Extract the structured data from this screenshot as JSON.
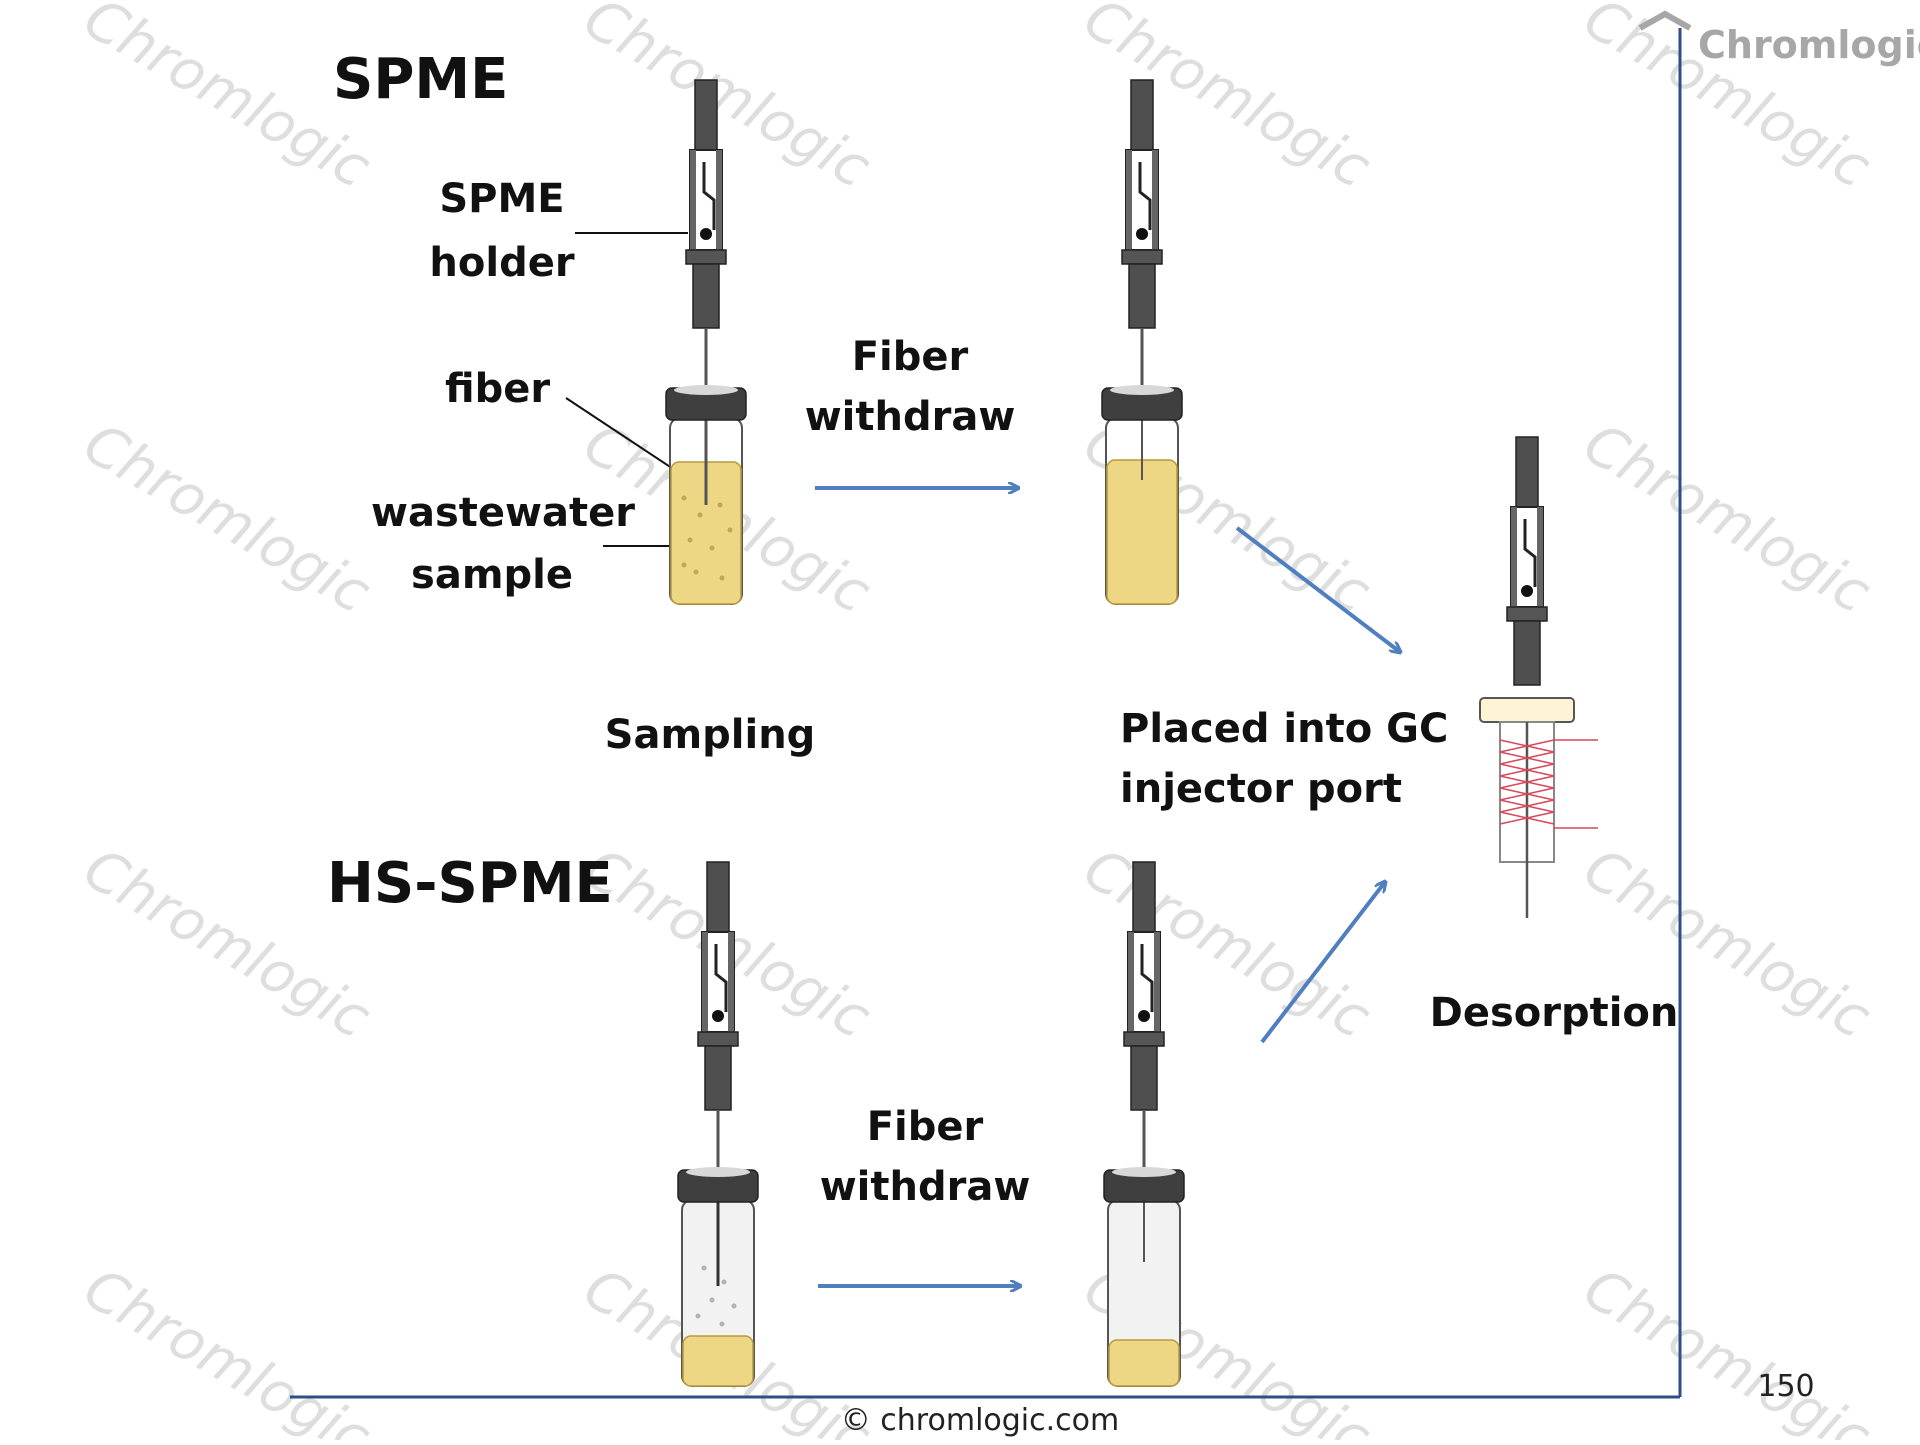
{
  "brand": {
    "name": "Chromlogic",
    "watermark": "Chromlogic"
  },
  "top": {
    "title": "SPME",
    "labels": {
      "holder_line1": "SPME",
      "holder_line2": "holder",
      "fiber": "fiber",
      "sample_line1": "wastewater",
      "sample_line2": "sample"
    },
    "step_withdraw_line1": "Fiber",
    "step_withdraw_line2": "withdraw",
    "sampling": "Sampling"
  },
  "middle": {
    "placed_line1": "Placed into GC",
    "placed_line2": "injector port",
    "desorption": "Desorption"
  },
  "bottom": {
    "title": "HS-SPME",
    "step_withdraw_line1": "Fiber",
    "step_withdraw_line2": "withdraw"
  },
  "footer": {
    "copyright": "© chromlogic.com",
    "page_number": "150"
  },
  "colors": {
    "arrow": "#4f7fc1",
    "frame": "#2c4f86",
    "liquid": "#edd785",
    "liquid_edge": "#b79c3a",
    "holder": "#4d4d4d",
    "coil": "#d9485c",
    "logo": "#a7a7a7",
    "watermark": "#d0d0d0"
  }
}
